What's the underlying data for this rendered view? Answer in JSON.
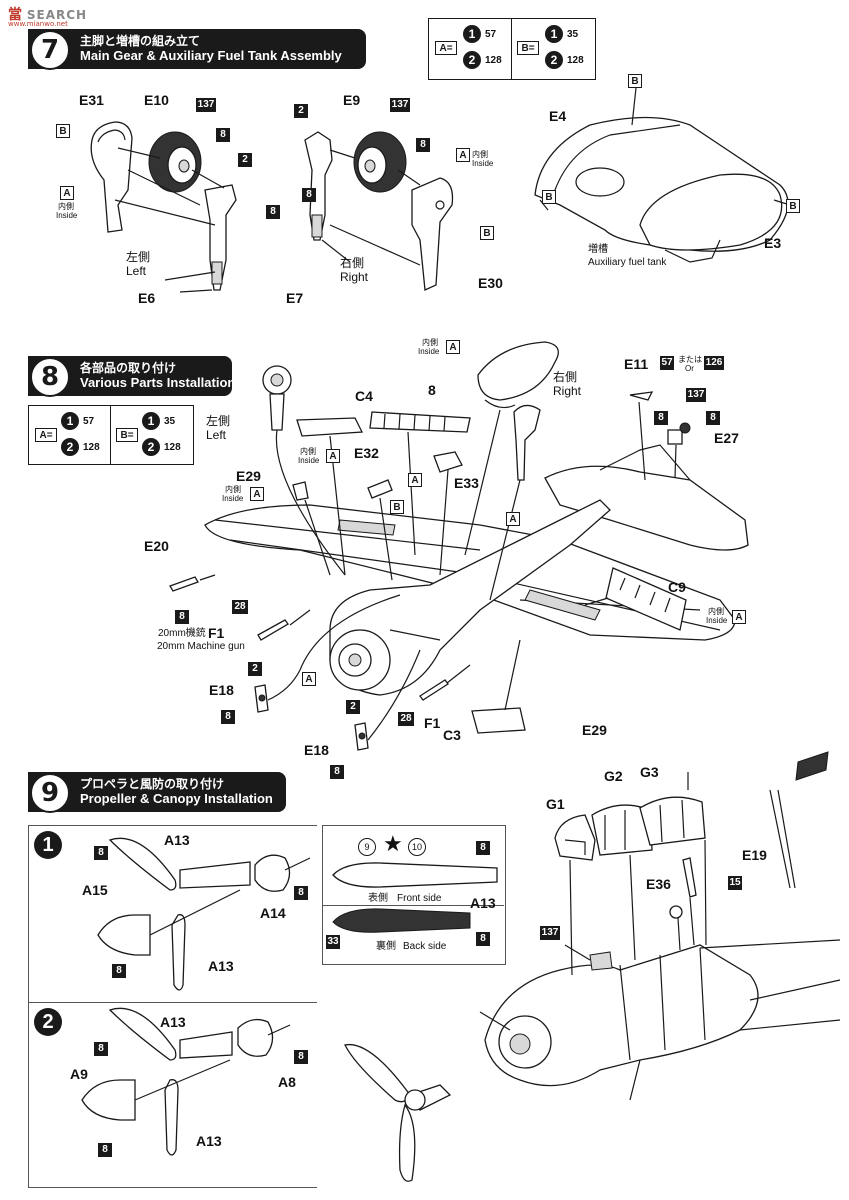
{
  "watermark": {
    "brand": "當",
    "site": "SEARCH",
    "url": "www.mianwo.net"
  },
  "color_key": {
    "A": {
      "label": "A=",
      "c1": "57",
      "c2": "128"
    },
    "B": {
      "label": "B=",
      "c1": "35",
      "c2": "128"
    }
  },
  "step7": {
    "num": "7",
    "title_ja": "主脚と増槽の組み立て",
    "title_en": "Main Gear & Auxiliary Fuel Tank Assembly",
    "labels": {
      "e31": "E31",
      "e10": "E10",
      "e9": "E9",
      "e4": "E4",
      "e3": "E3",
      "e6": "E6",
      "e7": "E7",
      "e30": "E30",
      "left_ja": "左側",
      "left_en": "Left",
      "right_ja": "右側",
      "right_en": "Right",
      "inside_ja": "内側",
      "inside_en": "Inside",
      "tank_ja": "増槽",
      "tank_en": "Auxiliary fuel tank",
      "c137": "137",
      "c8": "8",
      "c2": "2",
      "a": "A",
      "b": "B"
    }
  },
  "step8": {
    "num": "8",
    "title_ja": "各部品の取り付け",
    "title_en": "Various Parts Installation",
    "labels": {
      "c4": "C4",
      "c8": "8",
      "e11": "E11",
      "e27": "E27",
      "e32": "E32",
      "e33": "E33",
      "e29a": "E29",
      "e29b": "E29",
      "e20": "E20",
      "f1a": "F1",
      "f1b": "F1",
      "e18a": "E18",
      "e18b": "E18",
      "c9": "C9",
      "c3": "C3",
      "gun_ja": "20mm機銃",
      "gun_en": "20mm Machine gun",
      "left_ja": "左側",
      "left_en": "Left",
      "right_ja": "右側",
      "right_en": "Right",
      "inside_ja": "内側",
      "inside_en": "Inside",
      "or_ja": "または",
      "or_en": "Or",
      "c57": "57",
      "c126": "126",
      "c137": "137",
      "c28": "28",
      "c2": "2",
      "a": "A",
      "b": "B"
    }
  },
  "step9": {
    "num": "9",
    "title_ja": "プロペラと風防の取り付け",
    "title_en": "Propeller & Canopy Installation",
    "labels": {
      "a13": "A13",
      "a14": "A14",
      "a15": "A15",
      "a8": "A8",
      "a9": "A9",
      "g1": "G1",
      "g2": "G2",
      "g3": "G3",
      "e19": "E19",
      "e36": "E36",
      "front_ja": "表側",
      "front_en": "Front side",
      "back_ja": "裏側",
      "back_en": "Back side",
      "v1": "1",
      "v2": "2",
      "c8": "8",
      "c9": "9",
      "c10": "10",
      "c33": "33",
      "c15": "15",
      "c137": "137"
    }
  }
}
